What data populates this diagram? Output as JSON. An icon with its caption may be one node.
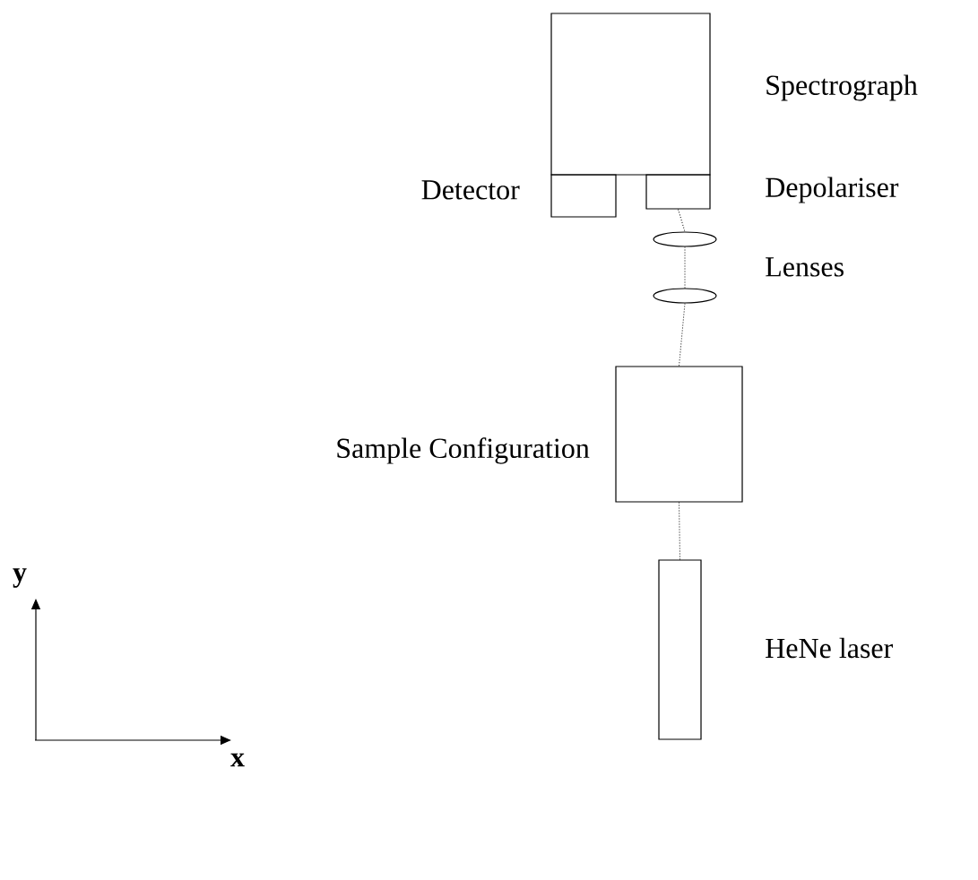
{
  "diagram": {
    "nodes": [
      {
        "text": [],
        "shape": "box",
        "beside": [
          "Spectrograph"
        ]
      },
      {
        "text": [],
        "shape": "box",
        "beside": [
          "Detector"
        ]
      },
      {
        "text": [],
        "shape": "box",
        "beside": [
          "Depolariser"
        ]
      },
      {
        "text": [],
        "shape": "ellipse"
      },
      {
        "text": [],
        "shape": "ellipse"
      },
      {
        "text": [],
        "shape": "box",
        "beside": [
          "Sample Configuration"
        ]
      },
      {
        "text": [],
        "shape": "bar",
        "beside": [
          "HeNe laser"
        ]
      }
    ],
    "edges": [
      {
        "from": 2,
        "to": 3,
        "arrow": "none",
        "style": "dashed"
      },
      {
        "from": 3,
        "to": 4,
        "arrow": "none",
        "style": "dashed"
      },
      {
        "from": 4,
        "to": 5,
        "arrow": "none",
        "style": "dashed"
      },
      {
        "from": 5,
        "to": 6,
        "arrow": "none",
        "style": "dashed"
      }
    ],
    "labels": [
      "Lenses",
      "y",
      "x"
    ]
  }
}
